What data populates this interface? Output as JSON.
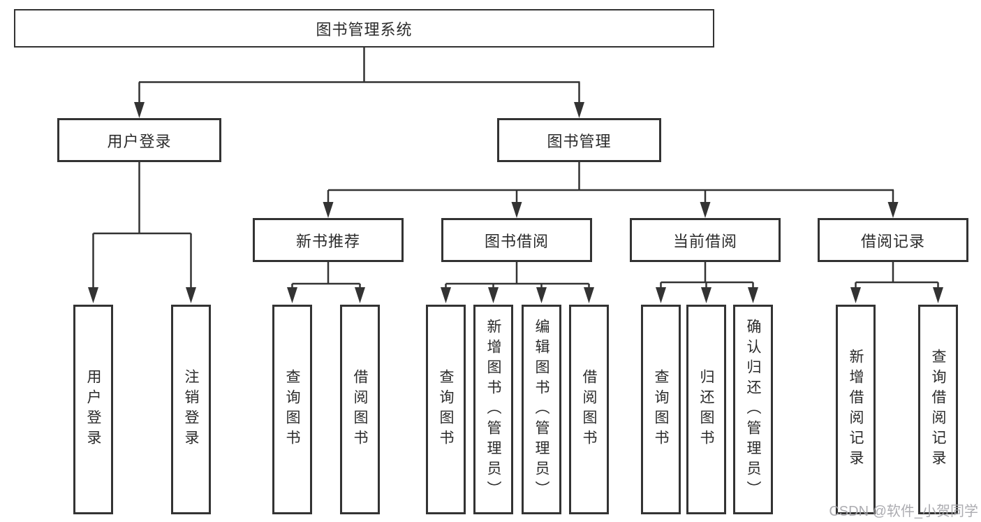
{
  "diagram_type": "hierarchy-tree",
  "tree": {
    "root": "图书管理系统",
    "children": [
      {
        "label": "用户登录",
        "children": [
          "用户登录",
          "注销登录"
        ]
      },
      {
        "label": "图书管理",
        "children": [
          {
            "label": "新书推荐",
            "children": [
              "查询图书",
              "借阅图书"
            ]
          },
          {
            "label": "图书借阅",
            "children": [
              "查询图书",
              "新增图书（管理员）",
              "编辑图书（管理员）",
              "借阅图书"
            ]
          },
          {
            "label": "当前借阅",
            "children": [
              "查询图书",
              "归还图书",
              "确认归还（管理员）"
            ]
          },
          {
            "label": "借阅记录",
            "children": [
              "新增借阅记录",
              "查询借阅记录"
            ]
          }
        ]
      }
    ]
  },
  "watermark": {
    "text": "CSDN @软件_小贺同学"
  },
  "colors": {
    "line": "#333333",
    "border": "#333333",
    "text": "#2b2b2b",
    "background": "#ffffff",
    "watermark": "#a6a6ab"
  }
}
